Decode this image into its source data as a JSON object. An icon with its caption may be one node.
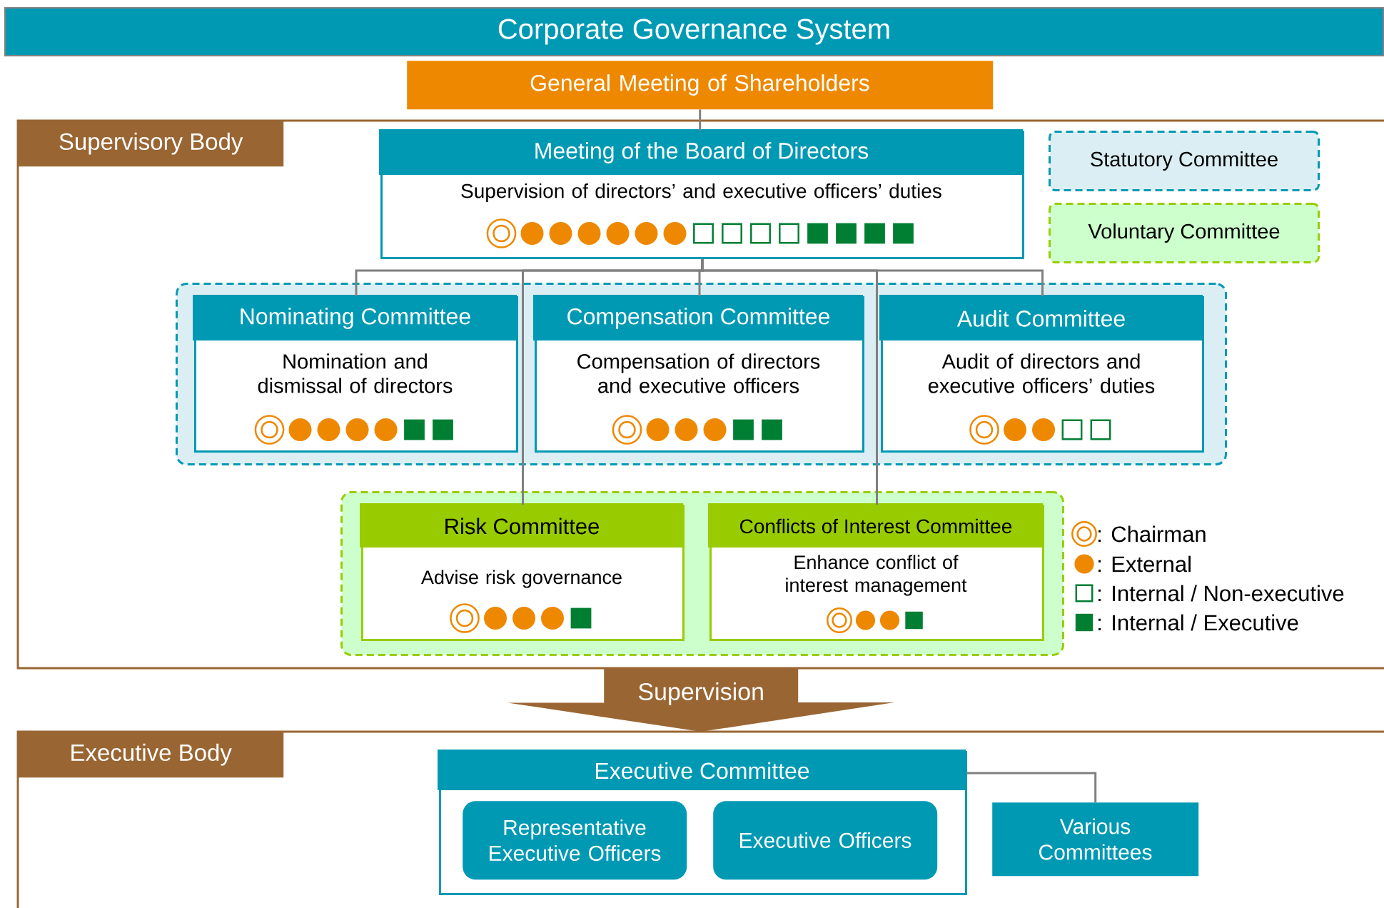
{
  "diagram": {
    "title": "Corporate Governance System",
    "nodes": [
      {
        "text": [
          "General Meeting of Shareholders"
        ]
      },
      {
        "text": [
          "Supervisory Body"
        ]
      },
      {
        "text": [
          "Meeting of the Board of Directors",
          "Supervision of directors’ and executive officers’ duties"
        ],
        "in": 1
      },
      {
        "text": [],
        "shape": "box",
        "in": 1
      },
      {
        "text": [
          "Nominating Committee",
          "Nomination and dismissal of directors"
        ],
        "in": 3
      },
      {
        "text": [
          "Compensation Committee",
          "Compensation of directors and executive officers"
        ],
        "in": 3
      },
      {
        "text": [
          "Audit Committee",
          "Audit of directors and executive officers’ duties"
        ],
        "in": 3
      },
      {
        "text": [],
        "shape": "box",
        "in": 1
      },
      {
        "text": [
          "Risk Committee",
          "Advise risk governance"
        ],
        "in": 7
      },
      {
        "text": [
          "Conflicts of Interest Committee",
          "Enhance conflict of interest management"
        ],
        "in": 7
      },
      {
        "text": [
          "Executive Body"
        ]
      },
      {
        "text": [
          "Executive Committee"
        ],
        "in": 10
      },
      {
        "text": [
          "Representative Executive Officers"
        ],
        "in": 11
      },
      {
        "text": [
          "Executive Officers"
        ],
        "in": 11
      },
      {
        "text": [
          "Various Committees"
        ],
        "in": 10
      }
    ],
    "edges": [
      {
        "from": 0,
        "to": 2,
        "arrow": "none"
      },
      {
        "from": 2,
        "to": 4,
        "arrow": "none"
      },
      {
        "from": 2,
        "to": 5,
        "arrow": "none"
      },
      {
        "from": 2,
        "to": 6,
        "arrow": "none"
      },
      {
        "from": 2,
        "to": 8,
        "arrow": "none"
      },
      {
        "from": 2,
        "to": 9,
        "arrow": "none"
      },
      {
        "from": 1,
        "to": 10,
        "arrow": "to",
        "label": "Supervision",
        "style": "thick",
        "color": "#996633"
      },
      {
        "from": 11,
        "to": 14,
        "arrow": "none"
      }
    ],
    "legend": [
      {
        "text": "Statutory Committee",
        "color": "#daeef3"
      },
      {
        "text": "Voluntary Committee",
        "color": "#ccffcc"
      },
      {
        "text": ": Chairman"
      },
      {
        "text": ": External"
      },
      {
        "text": ": Internal / Non-executive"
      },
      {
        "text": ": Internal / Executive"
      }
    ]
  }
}
